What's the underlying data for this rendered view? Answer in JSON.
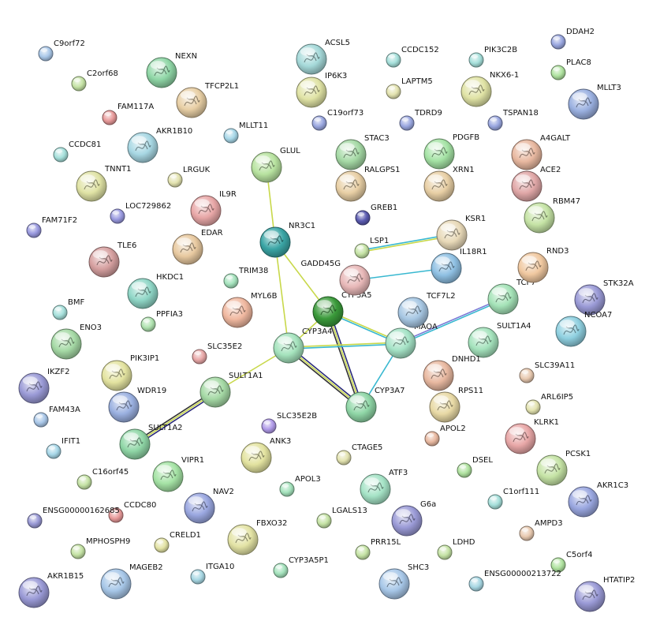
{
  "nodes": [
    {
      "id": "C9orf72",
      "color": "#a9c7e8",
      "size": "s"
    },
    {
      "id": "C2orf68",
      "color": "#c5e3a5",
      "size": "s"
    },
    {
      "id": "NEXN",
      "color": "#8fd6a6",
      "size": "l"
    },
    {
      "id": "TFCP2L1",
      "color": "#e8cfa5",
      "size": "l"
    },
    {
      "id": "FAM117A",
      "color": "#e89a9a",
      "size": "s"
    },
    {
      "id": "AKR1B10",
      "color": "#a7d7e3",
      "size": "l"
    },
    {
      "id": "MLLT11",
      "color": "#a7d7e8",
      "size": "s"
    },
    {
      "id": "CCDC81",
      "color": "#a6e0db",
      "size": "s"
    },
    {
      "id": "TNNT1",
      "color": "#e0e3a5",
      "size": "l"
    },
    {
      "id": "LRGUK",
      "color": "#e3e3b0",
      "size": "s"
    },
    {
      "id": "IL9R",
      "color": "#e8a7a7",
      "size": "l"
    },
    {
      "id": "LOC729862",
      "color": "#9a9ae0",
      "size": "s"
    },
    {
      "id": "FAM71F2",
      "color": "#9a9ae0",
      "size": "s"
    },
    {
      "id": "EDAR",
      "color": "#e8c9a0",
      "size": "l"
    },
    {
      "id": "TLE6",
      "color": "#d6a0a0",
      "size": "l"
    },
    {
      "id": "HKDC1",
      "color": "#8fd6c6",
      "size": "l"
    },
    {
      "id": "TRIM38",
      "color": "#a5e3bd",
      "size": "s"
    },
    {
      "id": "BMF",
      "color": "#a6e0db",
      "size": "s"
    },
    {
      "id": "PPFIA3",
      "color": "#b0e3b0",
      "size": "s"
    },
    {
      "id": "ENO3",
      "color": "#a5d9a5",
      "size": "l"
    },
    {
      "id": "MYL6B",
      "color": "#f0b8a0",
      "size": "l"
    },
    {
      "id": "SLC35E2",
      "color": "#e8a7a7",
      "size": "s"
    },
    {
      "id": "PIK3IP1",
      "color": "#e3e3a0",
      "size": "l"
    },
    {
      "id": "IKZF2",
      "color": "#9a9ad6",
      "size": "l"
    },
    {
      "id": "WDR19",
      "color": "#9ab0e0",
      "size": "l"
    },
    {
      "id": "FAM43A",
      "color": "#a9c7e8",
      "size": "s"
    },
    {
      "id": "IFIT1",
      "color": "#a7d7e8",
      "size": "s"
    },
    {
      "id": "SULT1A2",
      "color": "#8fd6a6",
      "size": "l"
    },
    {
      "id": "SULT1A1",
      "color": "#a5d9a5",
      "size": "l"
    },
    {
      "id": "C16orf45",
      "color": "#c5e3a5",
      "size": "s"
    },
    {
      "id": "VIPR1",
      "color": "#a5e3a5",
      "size": "l"
    },
    {
      "id": "NAV2",
      "color": "#9aa7e0",
      "size": "l"
    },
    {
      "id": "CCDC80",
      "color": "#e89a9a",
      "size": "s"
    },
    {
      "id": "ENSG00000162685",
      "color": "#9a9ad6",
      "size": "s"
    },
    {
      "id": "MPHOSPH9",
      "color": "#c5e3a5",
      "size": "s"
    },
    {
      "id": "CRELD1",
      "color": "#e3e3a5",
      "size": "s"
    },
    {
      "id": "AKR1B15",
      "color": "#9a9ad6",
      "size": "l"
    },
    {
      "id": "MAGEB2",
      "color": "#a7c7e8",
      "size": "l"
    },
    {
      "id": "ITGA10",
      "color": "#a7d7e3",
      "size": "s"
    },
    {
      "id": "FBXO32",
      "color": "#e3e3a5",
      "size": "l"
    },
    {
      "id": "SLC35E2B",
      "color": "#b09ae8",
      "size": "s"
    },
    {
      "id": "ANK3",
      "color": "#e3e3a0",
      "size": "l"
    },
    {
      "id": "APOL3",
      "color": "#a5e3bd",
      "size": "s"
    },
    {
      "id": "CYP3A5P1",
      "color": "#a5e3bd",
      "size": "s"
    },
    {
      "id": "GLUL",
      "color": "#b8e3a0",
      "size": "l"
    },
    {
      "id": "NR3C1",
      "color": "#3aa5a5",
      "size": "l"
    },
    {
      "id": "CYP3A4",
      "color": "#a5e3bd",
      "size": "l"
    },
    {
      "id": "CYP3A5",
      "color": "#3a9a3a",
      "size": "l"
    },
    {
      "id": "CYP3A7",
      "color": "#8fd6a6",
      "size": "l"
    },
    {
      "id": "MAOA",
      "color": "#a5e3c6",
      "size": "l"
    },
    {
      "id": "TCF7L2",
      "color": "#a7c7e3",
      "size": "l"
    },
    {
      "id": "TCF7",
      "color": "#a5e3b8",
      "size": "l"
    },
    {
      "id": "SULT1A4",
      "color": "#a5e3bd",
      "size": "l"
    },
    {
      "id": "GADD45G",
      "color": "#e8b8b8",
      "size": "l"
    },
    {
      "id": "LSP1",
      "color": "#c5e3a5",
      "size": "s"
    },
    {
      "id": "KSR1",
      "color": "#e8d9b8",
      "size": "l"
    },
    {
      "id": "IL18R1",
      "color": "#8fc0e3",
      "size": "l"
    },
    {
      "id": "ACSL5",
      "color": "#a5d9d9",
      "size": "l"
    },
    {
      "id": "IP6K3",
      "color": "#e0e3a5",
      "size": "l"
    },
    {
      "id": "C19orf73",
      "color": "#9aa7e0",
      "size": "s"
    },
    {
      "id": "CCDC152",
      "color": "#a6e0db",
      "size": "s"
    },
    {
      "id": "LAPTM5",
      "color": "#e3e3b0",
      "size": "s"
    },
    {
      "id": "TDRD9",
      "color": "#9aa7e0",
      "size": "s"
    },
    {
      "id": "STAC3",
      "color": "#a5d9a5",
      "size": "l"
    },
    {
      "id": "RALGPS1",
      "color": "#e8cfa5",
      "size": "l"
    },
    {
      "id": "GREB1",
      "color": "#5a5ab0",
      "size": "s"
    },
    {
      "id": "PDGFB",
      "color": "#a5e3a5",
      "size": "l"
    },
    {
      "id": "XRN1",
      "color": "#e8cfa5",
      "size": "l"
    },
    {
      "id": "PIK3C2B",
      "color": "#a6e0db",
      "size": "s"
    },
    {
      "id": "NKX6-1",
      "color": "#e0e3a5",
      "size": "l"
    },
    {
      "id": "TSPAN18",
      "color": "#9aa7e0",
      "size": "s"
    },
    {
      "id": "DDAH2",
      "color": "#9aa7e0",
      "size": "s"
    },
    {
      "id": "PLAC8",
      "color": "#b0e3a0",
      "size": "s"
    },
    {
      "id": "MLLT3",
      "color": "#9ab0e0",
      "size": "l"
    },
    {
      "id": "A4GALT",
      "color": "#e8b8a0",
      "size": "l"
    },
    {
      "id": "ACE2",
      "color": "#e0a7a7",
      "size": "l"
    },
    {
      "id": "RBM47",
      "color": "#c5e3a5",
      "size": "l"
    },
    {
      "id": "RND3",
      "color": "#f0c8a0",
      "size": "l"
    },
    {
      "id": "STK32A",
      "color": "#9a9ad6",
      "size": "l"
    },
    {
      "id": "NCOA7",
      "color": "#8fd0e0",
      "size": "l"
    },
    {
      "id": "DNHD1",
      "color": "#e8b8a0",
      "size": "l"
    },
    {
      "id": "SLC39A11",
      "color": "#e8c9b0",
      "size": "s"
    },
    {
      "id": "RPS11",
      "color": "#e8d9a5",
      "size": "l"
    },
    {
      "id": "ARL6IP5",
      "color": "#e3e3b0",
      "size": "s"
    },
    {
      "id": "APOL2",
      "color": "#e8b8a0",
      "size": "s"
    },
    {
      "id": "KLRK1",
      "color": "#e8a7a7",
      "size": "l"
    },
    {
      "id": "PCSK1",
      "color": "#c5e3a5",
      "size": "l"
    },
    {
      "id": "DSEL",
      "color": "#b0e3a0",
      "size": "s"
    },
    {
      "id": "CTAGE5",
      "color": "#e3e3b0",
      "size": "s"
    },
    {
      "id": "ATF3",
      "color": "#a5e3c6",
      "size": "l"
    },
    {
      "id": "C1orf111",
      "color": "#a6e0db",
      "size": "s"
    },
    {
      "id": "AKR1C3",
      "color": "#9aa7e0",
      "size": "l"
    },
    {
      "id": "G6a",
      "color": "#9a9ad6",
      "size": "l"
    },
    {
      "id": "LGALS13",
      "color": "#c5e3a5",
      "size": "s"
    },
    {
      "id": "AMPD3",
      "color": "#e8c9b0",
      "size": "s"
    },
    {
      "id": "PRR15L",
      "color": "#c5e3a5",
      "size": "s"
    },
    {
      "id": "LDHD",
      "color": "#c5e3a5",
      "size": "s"
    },
    {
      "id": "C5orf4",
      "color": "#b0e3a0",
      "size": "s"
    },
    {
      "id": "SHC3",
      "color": "#a7c7e8",
      "size": "l"
    },
    {
      "id": "ENSG00000213722",
      "color": "#a7d7e3",
      "size": "s"
    },
    {
      "id": "HTATIP2",
      "color": "#9a9ad6",
      "size": "l"
    }
  ],
  "edges": [
    {
      "a": "GLUL",
      "b": "NR3C1",
      "colors": [
        "#c8d84a"
      ]
    },
    {
      "a": "NR3C1",
      "b": "CYP3A5",
      "colors": [
        "#c8d84a"
      ]
    },
    {
      "a": "NR3C1",
      "b": "CYP3A4",
      "colors": [
        "#c8d84a"
      ]
    },
    {
      "a": "CYP3A4",
      "b": "CYP3A5",
      "colors": [
        "#c8d84a"
      ]
    },
    {
      "a": "CYP3A4",
      "b": "CYP3A7",
      "colors": [
        "#2a2a7a",
        "#c8d84a",
        "#333333"
      ]
    },
    {
      "a": "CYP3A5",
      "b": "CYP3A7",
      "colors": [
        "#2a2a7a",
        "#c8d84a",
        "#333333"
      ]
    },
    {
      "a": "CYP3A4",
      "b": "MAOA",
      "colors": [
        "#c8d84a",
        "#38b8d0"
      ]
    },
    {
      "a": "CYP3A5",
      "b": "MAOA",
      "colors": [
        "#c8d84a",
        "#38b8d0"
      ]
    },
    {
      "a": "CYP3A7",
      "b": "MAOA",
      "colors": [
        "#38b8d0"
      ]
    },
    {
      "a": "CYP3A4",
      "b": "SULT1A1",
      "colors": [
        "#c8d84a"
      ]
    },
    {
      "a": "SULT1A1",
      "b": "SULT1A2",
      "colors": [
        "#2a2a7a",
        "#c8d84a",
        "#333333"
      ]
    },
    {
      "a": "LSP1",
      "b": "KSR1",
      "colors": [
        "#38b8d0",
        "#c8d84a"
      ]
    },
    {
      "a": "GADD45G",
      "b": "IL18R1",
      "colors": [
        "#38b8d0"
      ]
    },
    {
      "a": "MAOA",
      "b": "TCF7",
      "colors": [
        "#7a7ad6",
        "#38b8d0"
      ]
    }
  ]
}
